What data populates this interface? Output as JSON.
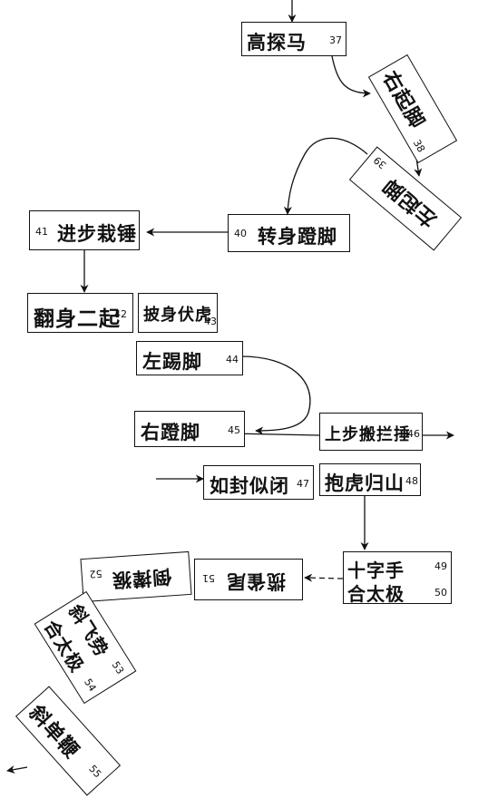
{
  "diagram": {
    "nodes": [
      {
        "id": "37",
        "label": "高探马",
        "number": "37"
      },
      {
        "id": "38",
        "label": "右起脚",
        "number": "38"
      },
      {
        "id": "39",
        "label": "左起脚",
        "number": "39"
      },
      {
        "id": "40",
        "label": "转身蹬脚",
        "number": "40"
      },
      {
        "id": "41",
        "label": "进步栽锤",
        "number": "41"
      },
      {
        "id": "42",
        "label": "翻身二起",
        "number": "42"
      },
      {
        "id": "43",
        "label": "披身伏虎",
        "number": "43"
      },
      {
        "id": "44",
        "label": "左踢脚",
        "number": "44"
      },
      {
        "id": "45",
        "label": "右蹬脚",
        "number": "45"
      },
      {
        "id": "46",
        "label": "上步搬拦捶",
        "number": "46"
      },
      {
        "id": "47",
        "label": "如封似闭",
        "number": "47"
      },
      {
        "id": "48",
        "label": "抱虎归山",
        "number": "48"
      },
      {
        "id": "49",
        "label": "十字手",
        "number": "49"
      },
      {
        "id": "50",
        "label": "合太极",
        "number": "50"
      },
      {
        "id": "51",
        "label": "揽雀尾",
        "number": "51"
      },
      {
        "id": "52",
        "label": "倒撵猴",
        "number": "52"
      },
      {
        "id": "53",
        "label": "斜飞势",
        "number": "53"
      },
      {
        "id": "54",
        "label": "合太极",
        "number": "54"
      },
      {
        "id": "55",
        "label": "斜单鞭",
        "number": "55"
      }
    ]
  }
}
